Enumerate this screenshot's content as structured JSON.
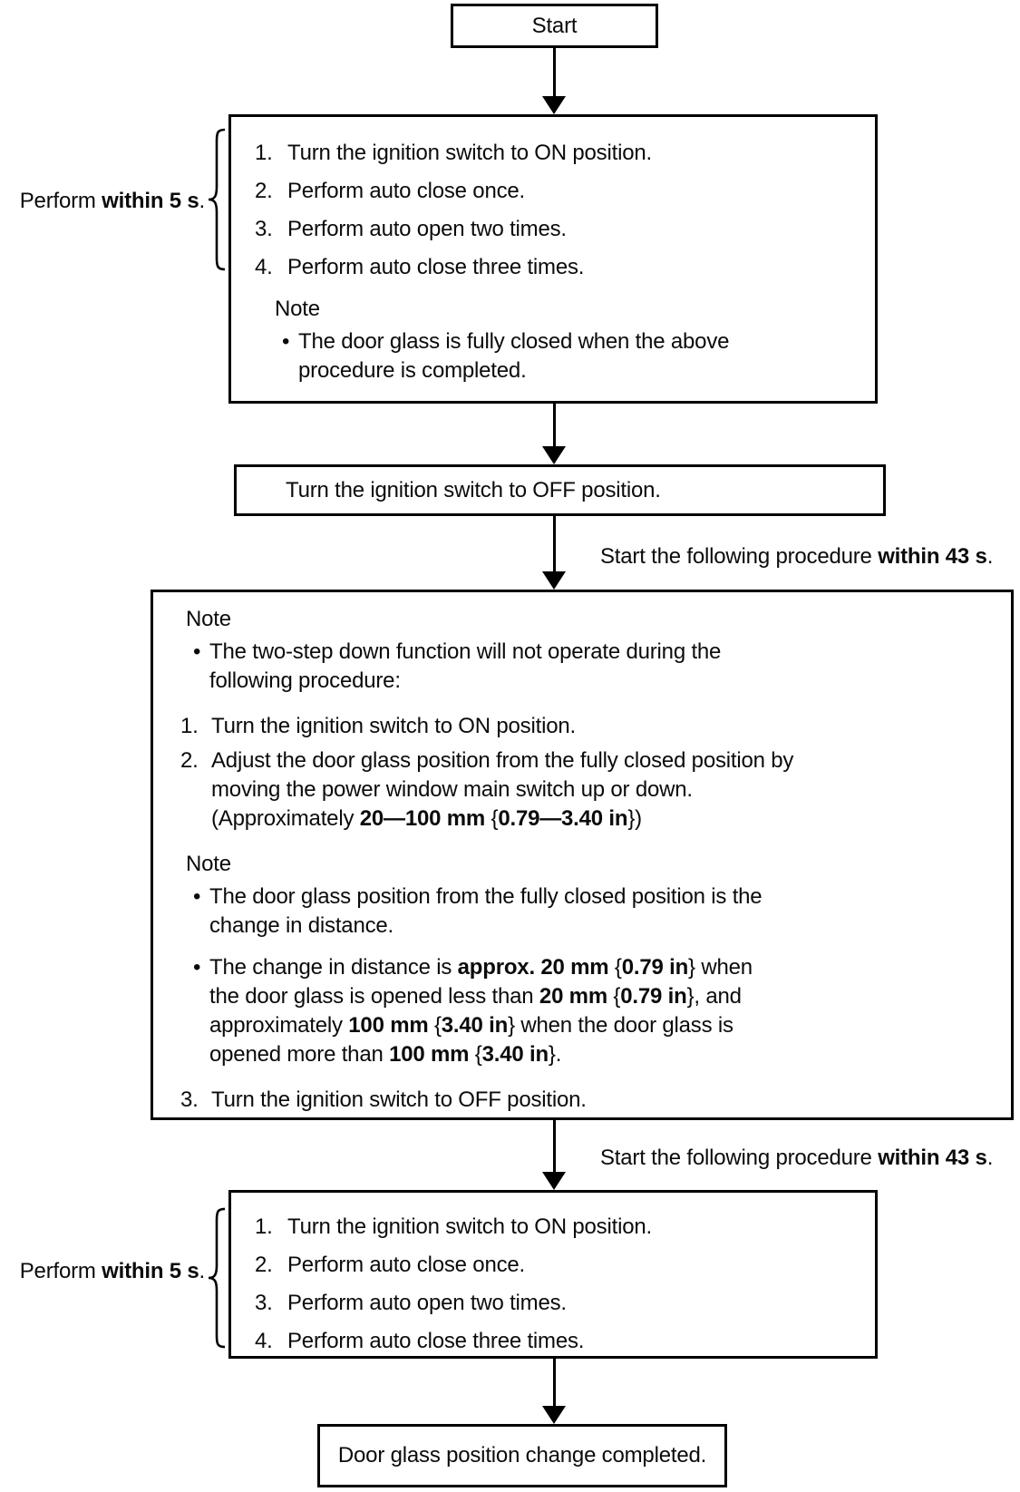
{
  "flow": {
    "start_label": "Start",
    "box1": {
      "items": [
        {
          "num": "1.",
          "text": "Turn the ignition switch to ON position."
        },
        {
          "num": "2.",
          "text": "Perform auto close once."
        },
        {
          "num": "3.",
          "text": "Perform auto open two times."
        },
        {
          "num": "4.",
          "text": "Perform auto close three times."
        }
      ],
      "note_title": "Note",
      "bullet_glyph": "•",
      "note_bullet": "The door glass is fully closed when the above\nprocedure is completed."
    },
    "box2_label": "Turn the ignition switch to OFF position.",
    "box3": {
      "note1_title": "Note",
      "note1_bullet": "The two-step down function will not operate during the\nfollowing procedure:",
      "item1_num": "1.",
      "item1": [
        {
          "t": "Turn the ignition switch to ON position."
        }
      ],
      "item2_num": "2.",
      "item2": [
        {
          "t": "Adjust the door glass position from the fully closed position by\nmoving the power window main switch up or down.\n(Approximately "
        },
        {
          "t": "20—100 mm",
          "b": 1
        },
        {
          "t": " {"
        },
        {
          "t": "0.79—3.40 in",
          "b": 1
        },
        {
          "t": "})"
        }
      ],
      "note2_title": "Note",
      "note2_bullet1": [
        {
          "t": "The door glass position from the fully closed position is the\nchange in distance."
        }
      ],
      "note2_bullet2": [
        {
          "t": "The change in distance is "
        },
        {
          "t": "approx. 20 mm",
          "b": 1
        },
        {
          "t": " {"
        },
        {
          "t": "0.79 in",
          "b": 1
        },
        {
          "t": "} when\nthe door glass is opened less than "
        },
        {
          "t": "20 mm",
          "b": 1
        },
        {
          "t": " {"
        },
        {
          "t": "0.79 in",
          "b": 1
        },
        {
          "t": "}, and\napproximately "
        },
        {
          "t": "100 mm",
          "b": 1
        },
        {
          "t": " {"
        },
        {
          "t": "3.40 in",
          "b": 1
        },
        {
          "t": "} when the door glass is\nopened more than "
        },
        {
          "t": "100 mm",
          "b": 1
        },
        {
          "t": " {"
        },
        {
          "t": "3.40 in",
          "b": 1
        },
        {
          "t": "}."
        }
      ],
      "item3_num": "3.",
      "item3": [
        {
          "t": "Turn the ignition switch to OFF position."
        }
      ]
    },
    "box4": {
      "items": [
        {
          "num": "1.",
          "text": "Turn the ignition switch to ON position."
        },
        {
          "num": "2.",
          "text": "Perform auto close once."
        },
        {
          "num": "3.",
          "text": "Perform auto open two times."
        },
        {
          "num": "4.",
          "text": "Perform auto close three times."
        }
      ]
    },
    "box5_label": "Door glass position change completed.",
    "label_perform_within_5s": [
      {
        "t": "Perform "
      },
      {
        "t": "within 5 s",
        "b": 1
      },
      {
        "t": "."
      }
    ],
    "label_within_43s": [
      {
        "t": "Start the following procedure "
      },
      {
        "t": "within 43 s",
        "b": 1
      },
      {
        "t": "."
      }
    ],
    "colors": {
      "line": "#000000",
      "background": "#ffffff",
      "text": "#0b0b0b"
    }
  }
}
